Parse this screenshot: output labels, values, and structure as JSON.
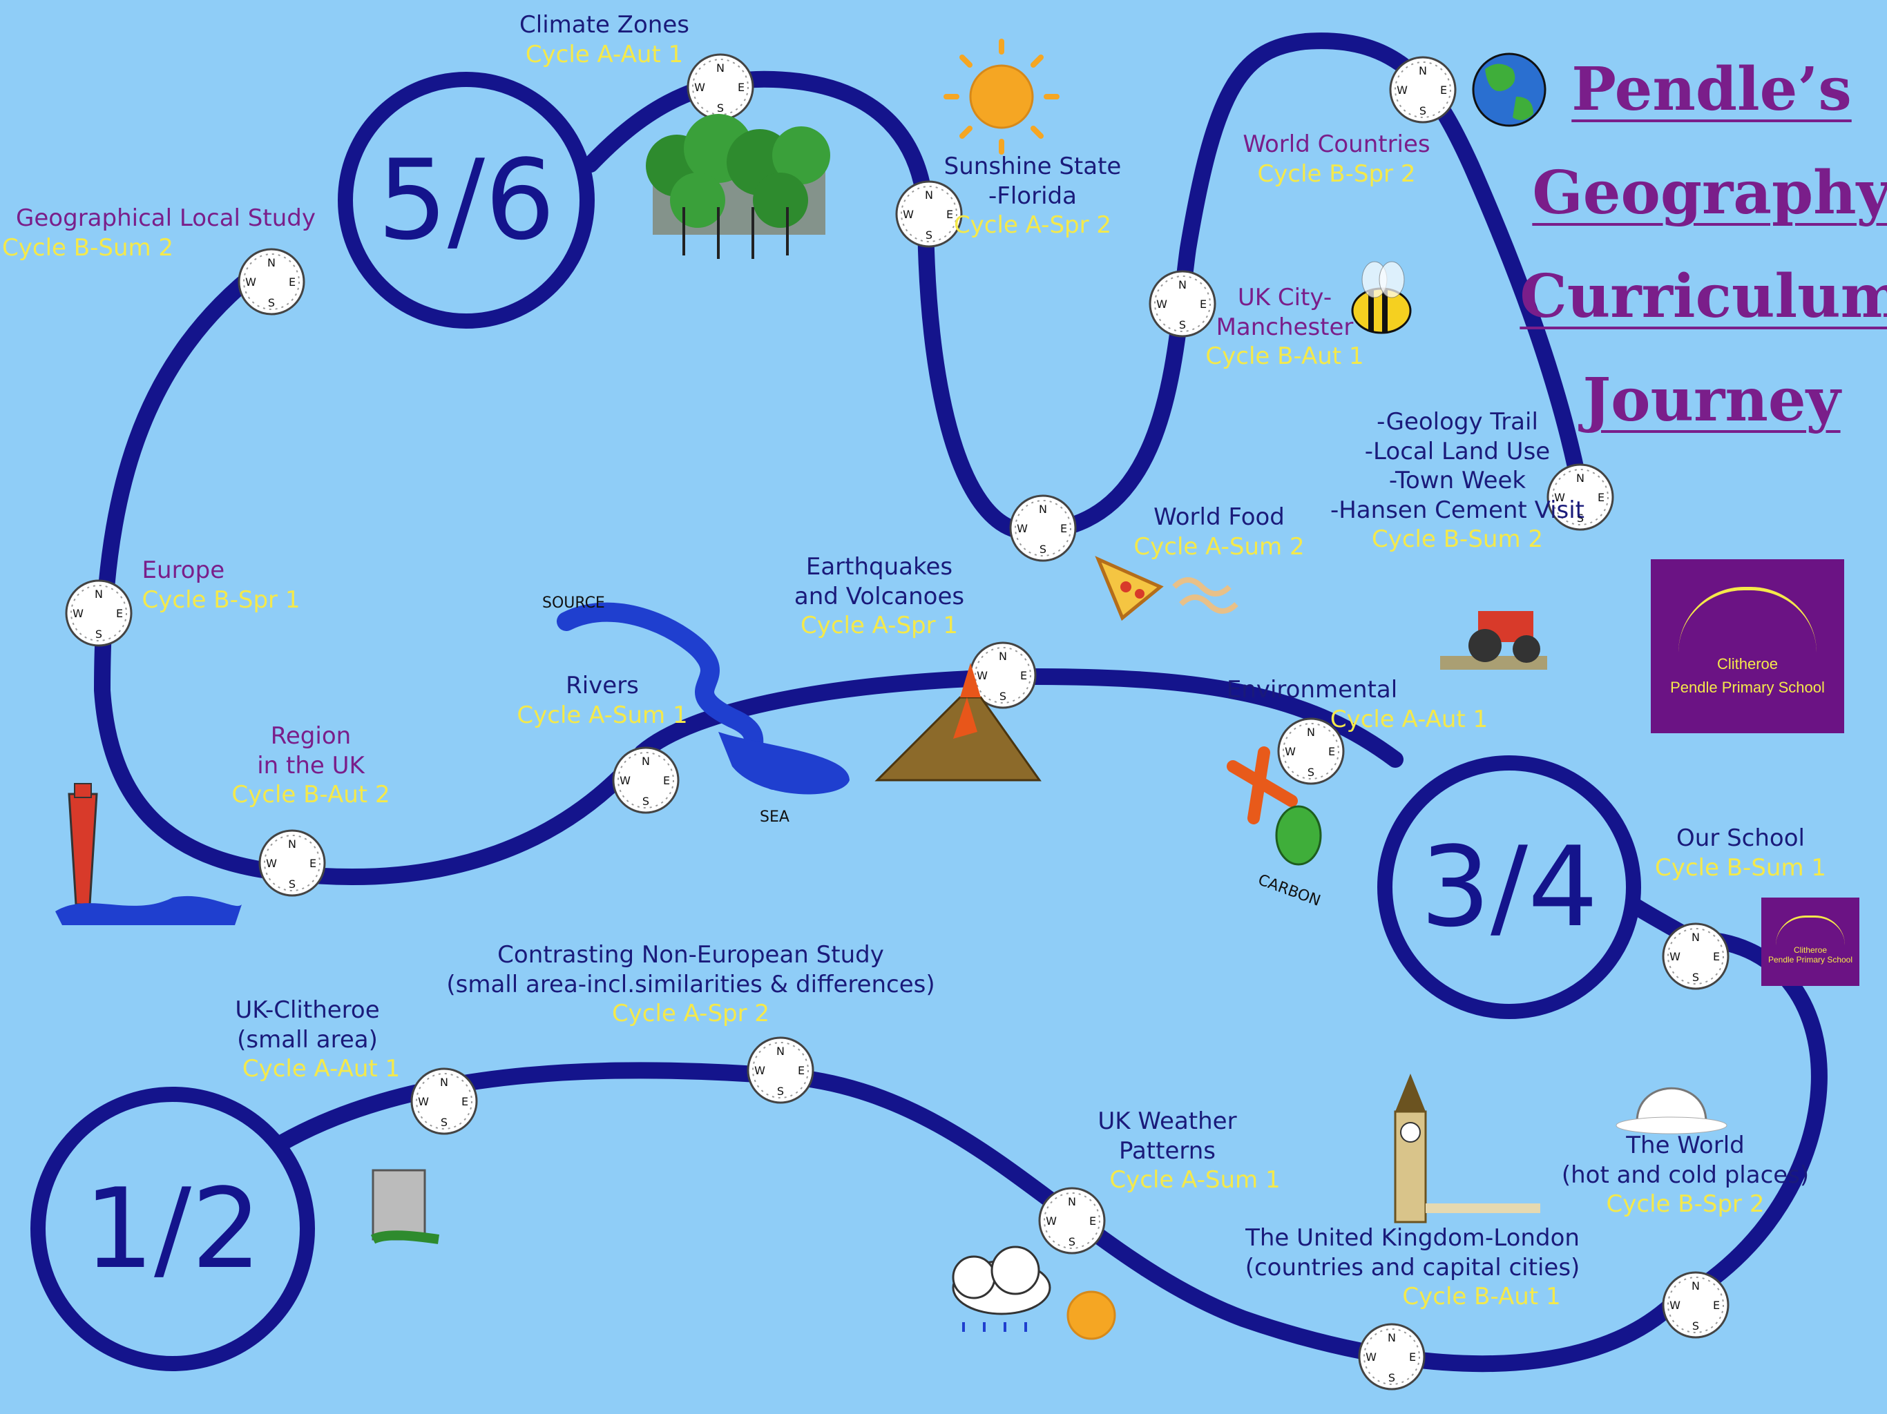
{
  "title": {
    "line1": "Pendle’s",
    "line2": "Geography",
    "line3": "Curriculum",
    "line4": "Journey"
  },
  "stages": {
    "s56": "5/6",
    "s34": "3/4",
    "s12": "1/2"
  },
  "school_logo": {
    "line1": "Clitheroe",
    "line2": "Pendle Primary School"
  },
  "topics": {
    "climate_zones": {
      "name": "Climate Zones",
      "cycle": "Cycle A-Aut 1"
    },
    "sunshine_state": {
      "name1": "Sunshine State",
      "name2": "-Florida",
      "cycle": "Cycle A-Spr 2"
    },
    "world_countries": {
      "name": "World Countries",
      "cycle": "Cycle B-Spr 2"
    },
    "uk_city": {
      "name1": "UK City-",
      "name2": "Manchester",
      "cycle": "Cycle B-Aut 1"
    },
    "geological_local": {
      "name": "Geographical Local Study",
      "cycle": "Cycle B-Sum 2"
    },
    "local_trail": {
      "line1": "-Geology Trail",
      "line2": "-Local Land Use",
      "line3": "-Town Week",
      "line4": "-Hansen Cement Visit",
      "cycle": "Cycle B-Sum 2"
    },
    "world_food": {
      "name": "World Food",
      "cycle": "Cycle A-Sum 2"
    },
    "europe": {
      "name": "Europe",
      "cycle": "Cycle B-Spr 1"
    },
    "earthquakes": {
      "name1": "Earthquakes",
      "name2": "and Volcanoes",
      "cycle": "Cycle A-Spr 1"
    },
    "rivers": {
      "name": "Rivers",
      "cycle": "Cycle A-Sum 1"
    },
    "environmental": {
      "name": "Environmental",
      "cycle": "Cycle A-Aut 1"
    },
    "region_uk": {
      "name1": "Region",
      "name2": "in the UK",
      "cycle": "Cycle B-Aut 2"
    },
    "our_school": {
      "name": "Our School",
      "cycle": "Cycle B-Sum 1"
    },
    "contrasting": {
      "name1": "Contrasting Non-European Study",
      "name2": "(small area-incl.similarities & differences)",
      "cycle": "Cycle A-Spr 2"
    },
    "uk_clitheroe": {
      "name1": "UK-Clitheroe",
      "name2": "(small area)",
      "cycle": "Cycle A-Aut 1"
    },
    "uk_weather": {
      "name1": "UK Weather",
      "name2": "Patterns",
      "cycle": "Cycle A-Sum 1"
    },
    "the_world": {
      "name1": "The World",
      "name2": "(hot and cold places)",
      "cycle": "Cycle B-Spr 2"
    },
    "uk_london": {
      "name1": "The United Kingdom-London",
      "name2": "(countries and capital cities)",
      "cycle": "Cycle B-Aut 1"
    }
  },
  "icon_labels": {
    "river_source": "SOURCE",
    "river_sea": "SEA",
    "carbon": "CARBON"
  },
  "colors": {
    "background": "#8fcdf7",
    "path": "#14148c",
    "navy_text": "#1a1a7a",
    "purple_text": "#7a1e8a",
    "cycle_text": "#f5e94a",
    "logo_bg": "#6b1384"
  }
}
